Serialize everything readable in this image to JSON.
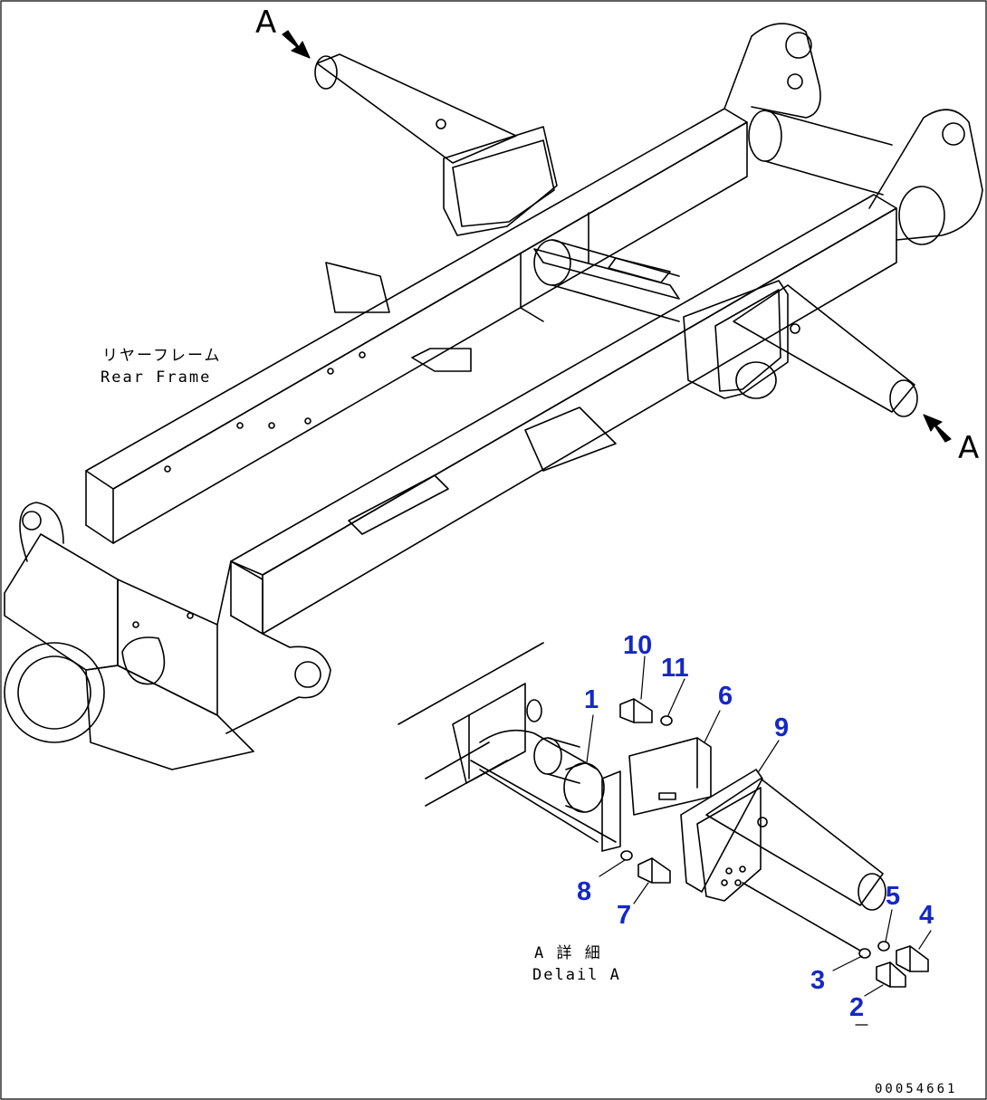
{
  "view_markers": {
    "top": "A",
    "right": "A"
  },
  "rear_frame_label": {
    "jp": "リヤーフレーム",
    "en": "Rear Frame"
  },
  "detail_label": {
    "jp": "A 詳 細",
    "en": "Delail A"
  },
  "callouts": [
    {
      "id": "c1",
      "text": "1"
    },
    {
      "id": "c2",
      "text": "2"
    },
    {
      "id": "c3",
      "text": "3"
    },
    {
      "id": "c4",
      "text": "4"
    },
    {
      "id": "c5",
      "text": "5"
    },
    {
      "id": "c6",
      "text": "6"
    },
    {
      "id": "c7",
      "text": "7"
    },
    {
      "id": "c8",
      "text": "8"
    },
    {
      "id": "c9",
      "text": "9"
    },
    {
      "id": "c10",
      "text": "10"
    },
    {
      "id": "c11",
      "text": "11"
    }
  ],
  "drawing_number": "00054661",
  "colors": {
    "line": "#000000",
    "callout": "#1428c8",
    "background": "#ffffff"
  }
}
